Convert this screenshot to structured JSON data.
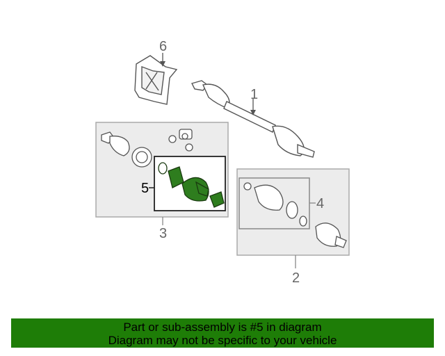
{
  "diagram": {
    "callouts": {
      "c1": "1",
      "c2": "2",
      "c3": "3",
      "c4": "4",
      "c5": "5",
      "c6": "6"
    },
    "colors": {
      "highlight": "#2e7d1e",
      "line": "#555555",
      "box": "#aaaaaa",
      "panel": "#ececec"
    }
  },
  "banner": {
    "line1": "Part or sub-assembly is #5 in diagram",
    "line2": "Diagram may not be specific to your vehicle",
    "color": "#1e7d07"
  }
}
